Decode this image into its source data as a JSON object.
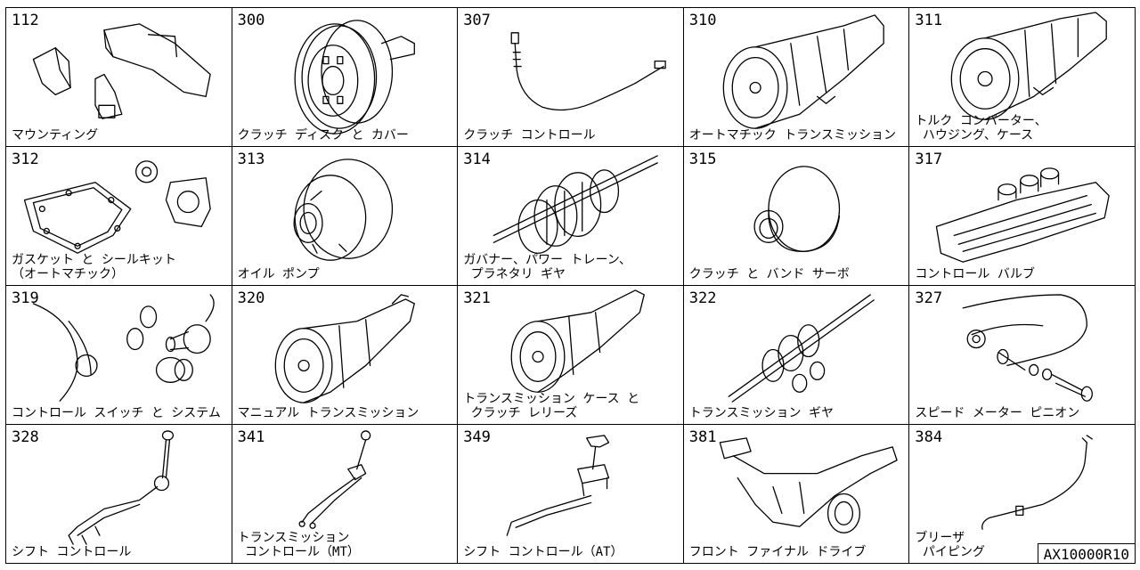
{
  "reference_code": "AX10000R10",
  "cells": [
    {
      "code": "112",
      "label": "マウンティング",
      "icon": "mounting-icon"
    },
    {
      "code": "300",
      "label": "クラッチ ディスク と カバー",
      "icon": "clutch-disc-icon"
    },
    {
      "code": "307",
      "label": "クラッチ コントロール",
      "icon": "clutch-cable-icon"
    },
    {
      "code": "310",
      "label": "オートマチック トランスミッション",
      "icon": "automatic-transmission-icon"
    },
    {
      "code": "311",
      "label": "トルク コンバーター、\n ハウジング、ケース",
      "icon": "torque-converter-icon"
    },
    {
      "code": "312",
      "label": "ガスケット と シールキット\n（オートマチック）",
      "icon": "gasket-kit-icon"
    },
    {
      "code": "313",
      "label": "オイル ポンプ",
      "icon": "oil-pump-icon"
    },
    {
      "code": "314",
      "label": "ガバナー、パワー トレーン、\n プラネタリ ギヤ",
      "icon": "governor-gear-icon"
    },
    {
      "code": "315",
      "label": "クラッチ と バンド サーボ",
      "icon": "band-servo-icon"
    },
    {
      "code": "317",
      "label": "コントロール バルブ",
      "icon": "control-valve-icon"
    },
    {
      "code": "319",
      "label": "コントロール スイッチ と システム",
      "icon": "control-switch-icon"
    },
    {
      "code": "320",
      "label": "マニュアル トランスミッション",
      "icon": "manual-transmission-icon"
    },
    {
      "code": "321",
      "label": "トランスミッション ケース と\n クラッチ レリーズ",
      "icon": "transmission-case-icon"
    },
    {
      "code": "322",
      "label": "トランスミッション ギヤ",
      "icon": "transmission-gear-icon"
    },
    {
      "code": "327",
      "label": "スピード メーター ピニオン",
      "icon": "speedometer-pinion-icon"
    },
    {
      "code": "328",
      "label": "シフト コントロール",
      "icon": "shift-lever-icon"
    },
    {
      "code": "341",
      "label": "トランスミッション\n コントロール（MT）",
      "icon": "mt-control-icon"
    },
    {
      "code": "349",
      "label": "シフト コントロール（AT）",
      "icon": "at-shift-icon"
    },
    {
      "code": "381",
      "label": "フロント ファイナル ドライブ",
      "icon": "final-drive-icon"
    },
    {
      "code": "384",
      "label": "ブリーザ\n パイピング",
      "icon": "breather-pipe-icon"
    }
  ]
}
